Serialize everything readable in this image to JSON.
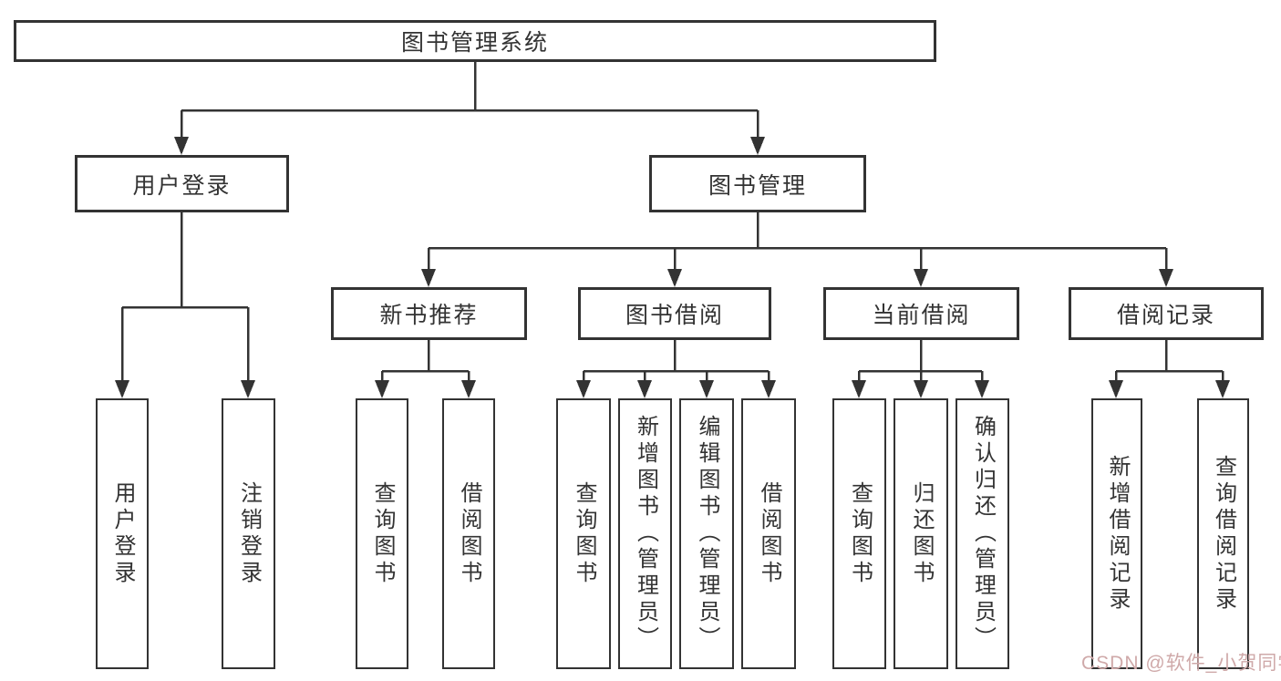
{
  "diagram": {
    "colors": {
      "line": "#333333",
      "box_border": "#333333",
      "box_fill": "#ffffff",
      "text": "#333333",
      "watermark": "#cfa9a9",
      "background": "#ffffff"
    },
    "nodes": {
      "root": "图书管理系统",
      "user_login": "用户登录",
      "book_mgmt": "图书管理",
      "new_books": "新书推荐",
      "book_borrow": "图书借阅",
      "current_borrow": "当前借阅",
      "borrow_records": "借阅记录"
    },
    "leaves": {
      "user_login": [
        "用户登录",
        "注销登录"
      ],
      "new_books": [
        "查询图书",
        "借阅图书"
      ],
      "book_borrow": [
        "查询图书",
        "新增图书（管理员）",
        "编辑图书（管理员）",
        "借阅图书"
      ],
      "current_borrow": [
        "查询图书",
        "归还图书",
        "确认归还（管理员）"
      ],
      "borrow_records": [
        "新增借阅记录",
        "查询借阅记录"
      ]
    },
    "watermark": "CSDN @软件_小贺同学"
  }
}
